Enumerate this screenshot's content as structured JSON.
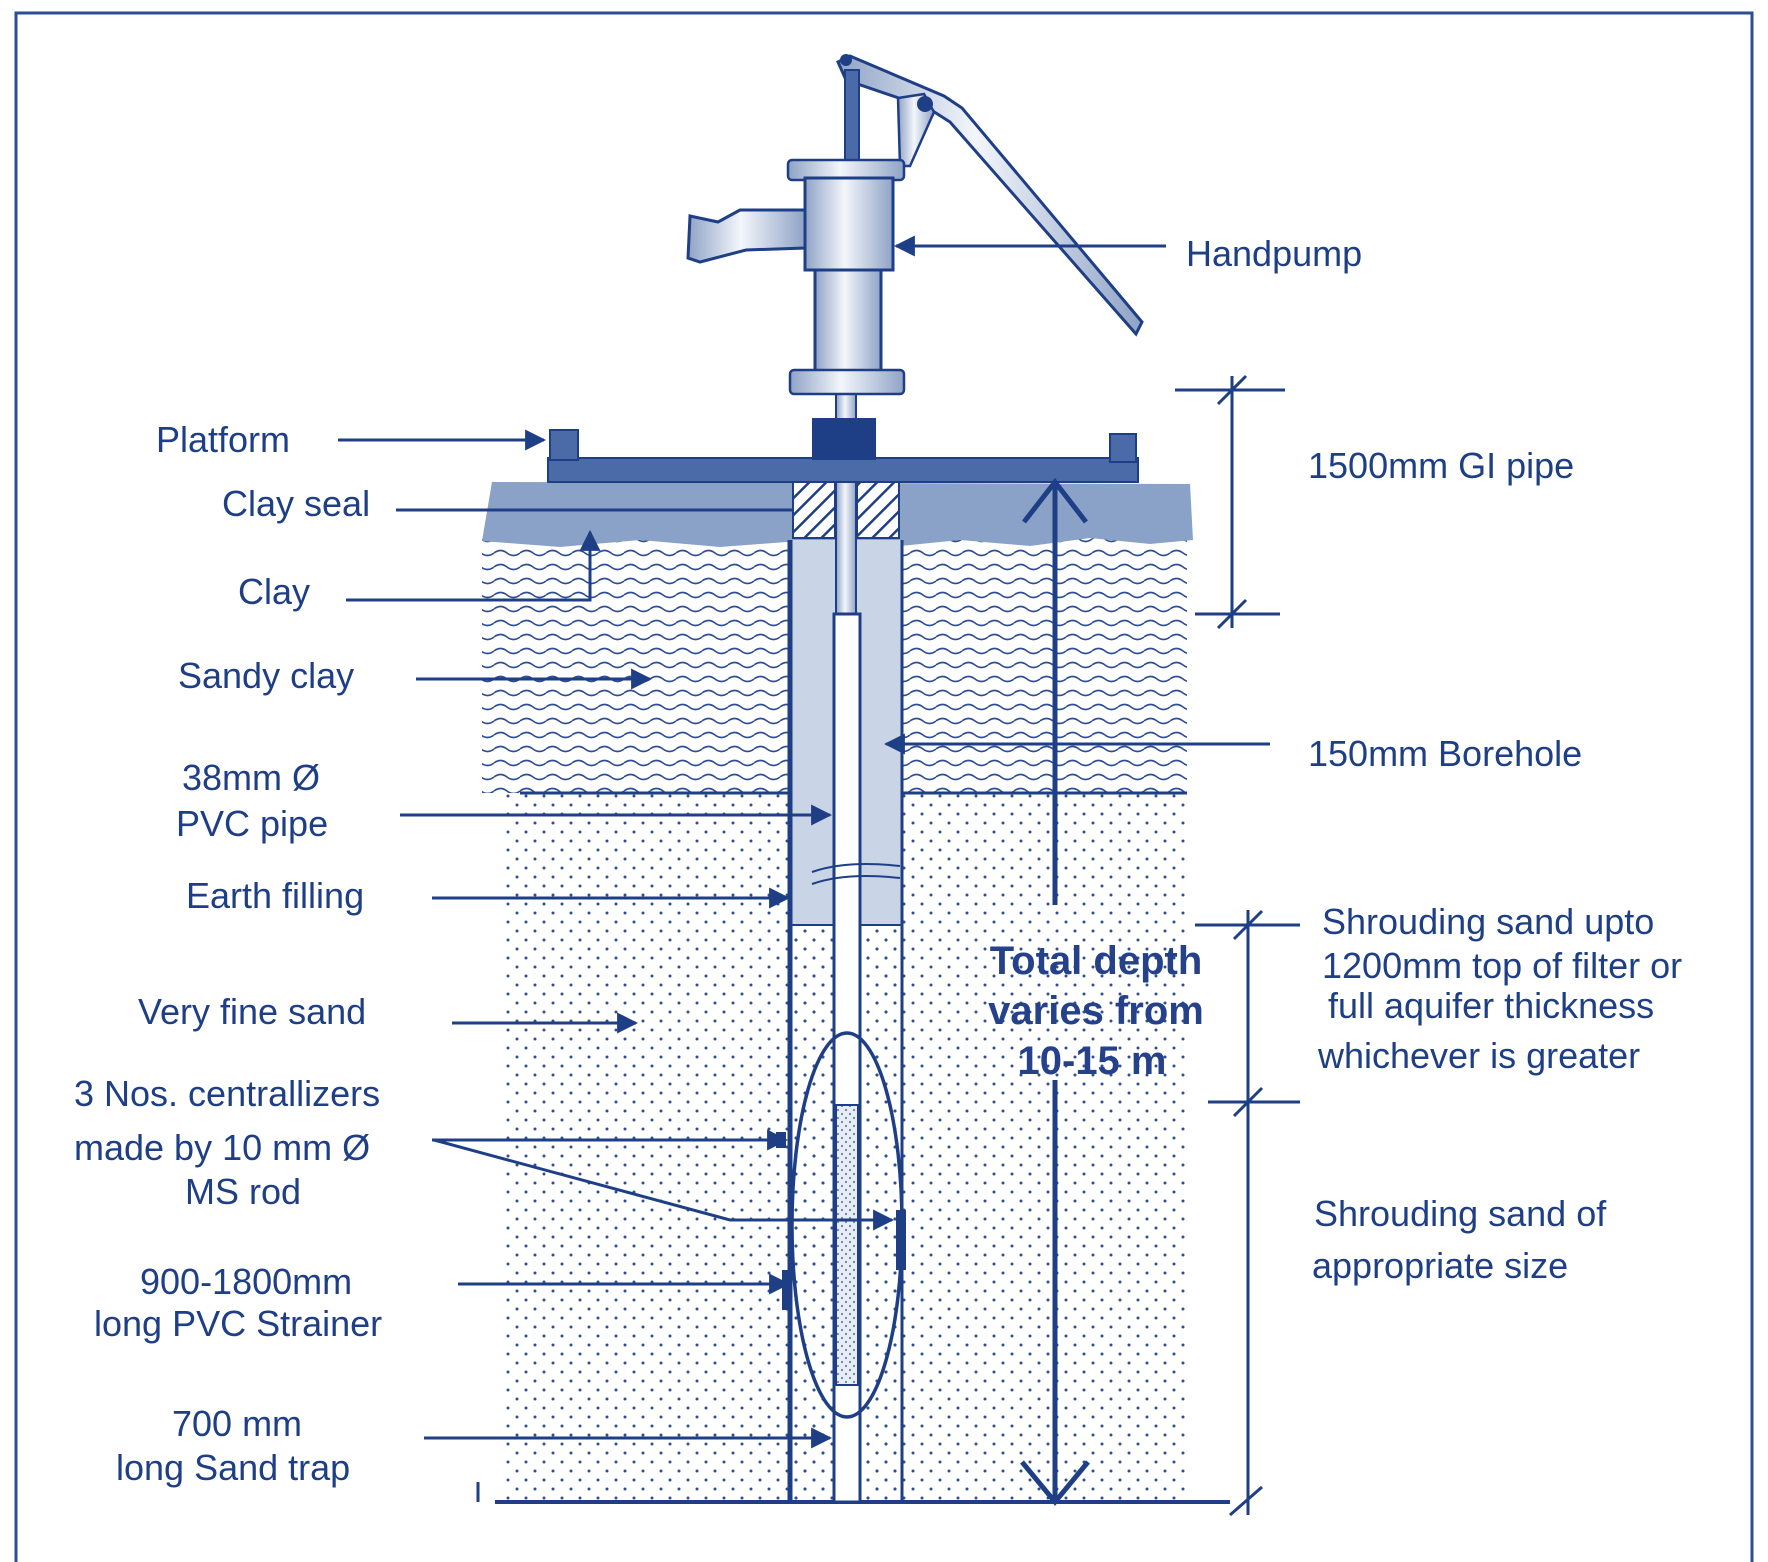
{
  "labels": {
    "handpump": "Handpump",
    "platform": "Platform",
    "clay_seal": "Clay seal",
    "clay": "Clay",
    "sandy_clay": "Sandy clay",
    "pvc_pipe_1": "38mm Ø",
    "pvc_pipe_2": "PVC pipe",
    "earth_filling": "Earth filling",
    "very_fine_sand": "Very fine sand",
    "centralizers_1": "3 Nos. centrallizers",
    "centralizers_2": "made by 10 mm Ø",
    "centralizers_3": "MS rod",
    "strainer_1": "900-1800mm",
    "strainer_2": "long PVC Strainer",
    "sand_trap_1": "700 mm",
    "sand_trap_2": "long Sand trap",
    "gi_pipe": "1500mm GI pipe",
    "borehole": "150mm Borehole",
    "shrouding_upto_1": "Shrouding sand upto",
    "shrouding_upto_2": "1200mm top of filter or",
    "shrouding_upto_3": "full aquifer thickness",
    "shrouding_upto_4": "whichever is greater",
    "shrouding_size_1": "Shrouding sand of",
    "shrouding_size_2": "appropriate size",
    "total_depth_1": "Total depth",
    "total_depth_2": "varies from",
    "total_depth_3": "10-15 m"
  },
  "colors": {
    "line": "#1e3f86",
    "clay_band": "#8aa2c8",
    "platform": "#4a6aa8",
    "borehole_fill": "#c9d4e6",
    "pump_metal": "#b8c6de"
  }
}
